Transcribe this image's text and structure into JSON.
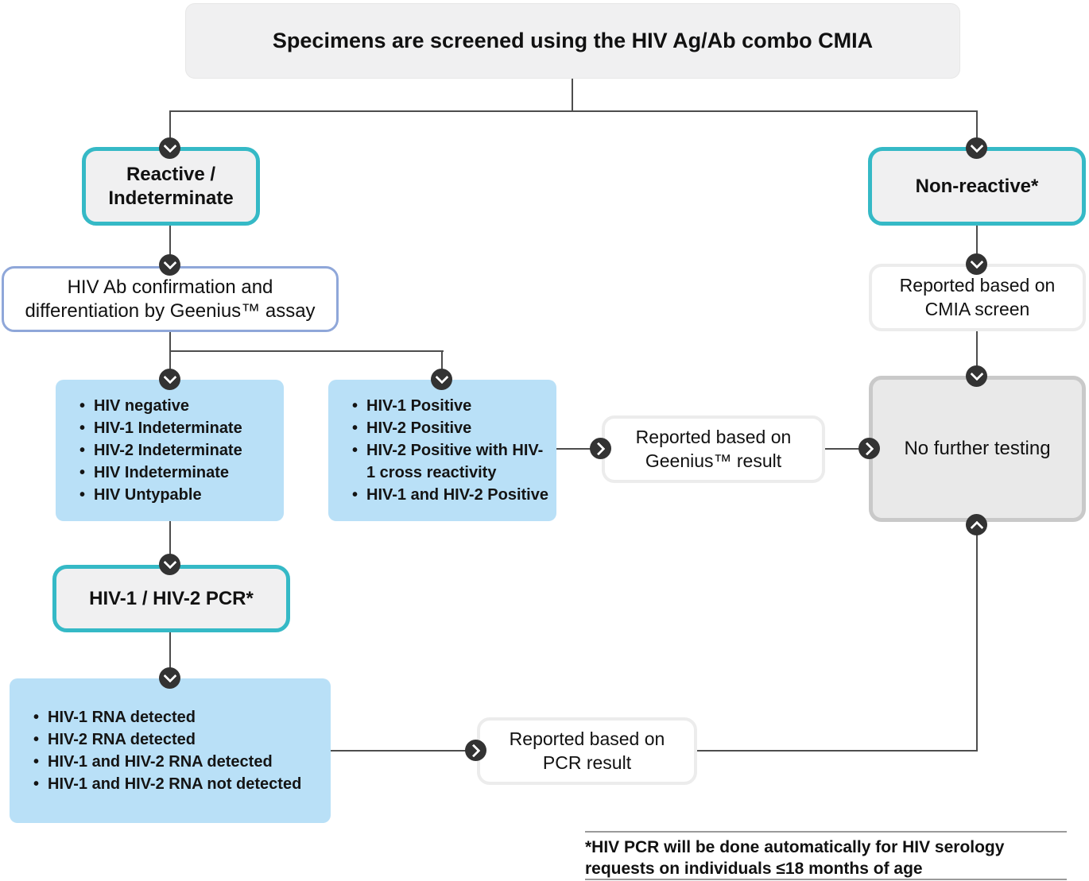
{
  "flowchart": {
    "title": "Specimens are screened using the HIV Ag/Ab combo CMIA",
    "reactive": {
      "label": "Reactive / Indeterminate"
    },
    "nonreactive": {
      "label": "Non-reactive*"
    },
    "geenius_assay": {
      "label": "HIV Ab confirmation and differentiation by Geenius™ assay"
    },
    "geenius_nonpositive_results": {
      "items": [
        "HIV negative",
        "HIV-1 Indeterminate",
        "HIV-2 Indeterminate",
        "HIV Indeterminate",
        "HIV Untypable"
      ]
    },
    "geenius_positive_results": {
      "items": [
        "HIV-1 Positive",
        "HIV-2 Positive",
        "HIV-2 Positive with HIV-1 cross reactivity",
        "HIV-1 and HIV-2 Positive"
      ]
    },
    "geenius_report": {
      "label": "Reported based on Geenius™ result"
    },
    "cmia_report": {
      "label": "Reported based on CMIA screen"
    },
    "no_further_testing": {
      "label": "No further testing"
    },
    "pcr": {
      "label": "HIV-1 / HIV-2 PCR*"
    },
    "pcr_results": {
      "items": [
        "HIV-1 RNA detected",
        "HIV-2 RNA detected",
        "HIV-1 and HIV-2 RNA detected",
        "HIV-1 and HIV-2 RNA not detected"
      ]
    },
    "pcr_report": {
      "label": "Reported based on PCR result"
    },
    "footnote": "*HIV PCR will be done automatically for HIV serology requests on individuals ≤18 months of age"
  },
  "colors": {
    "teal_accent": "#35b9c6",
    "periwinkle_accent": "#8fa7d9",
    "light_blue_fill": "#b9e0f7",
    "gray_fill": "#f0f0f1",
    "final_fill": "#e9e9e9",
    "marker_circle": "#333333"
  }
}
